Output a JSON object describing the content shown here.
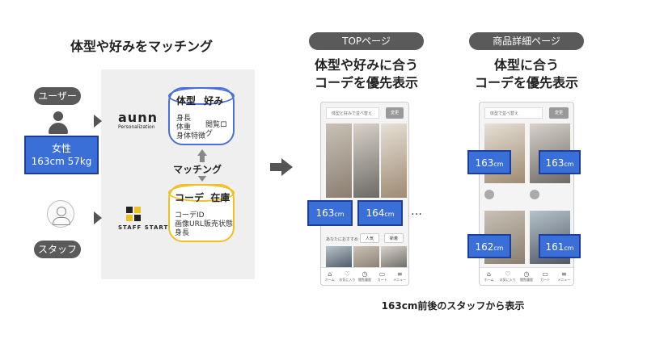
{
  "left": {
    "title": "体型や好みをマッチング",
    "user_label": "ユーザー",
    "user_info_line1": "女性",
    "user_info_line2": "163cm 57kg",
    "staff_label": "スタッフ",
    "aunn_logo": "aunn",
    "aunn_sub": "Personalization",
    "staff_start_logo": "STAFF START",
    "db_top": {
      "title1": "体型",
      "title2": "好み",
      "lines": [
        "身長",
        "体重",
        "身体特徴"
      ],
      "extra": "閲覧ログ"
    },
    "matching_label": "マッチング",
    "db_bottom": {
      "title1": "コーデ",
      "title2": "在庫",
      "lines": [
        "コーデID",
        "画像URL",
        "身長"
      ],
      "extra": "販売状態"
    }
  },
  "top_page": {
    "pill": "TOPページ",
    "heading_line1": "体型や好みに合う",
    "heading_line2": "コーデを優先表示",
    "search_text": "体型と好みで並べ替え",
    "search_button": "変更",
    "tag1": "163",
    "tag2": "164",
    "unit": "cm",
    "ellipsis": "…",
    "section_text": "あなたにおすすめ",
    "chip1": "人気",
    "chip2": "新着"
  },
  "detail_page": {
    "pill": "商品詳細ページ",
    "heading_line1": "体型に合う",
    "heading_line2": "コーデを優先表示",
    "search_text": "体型で並べ替え",
    "search_button": "変更",
    "tag1": "163",
    "tag2": "163",
    "tag3": "162",
    "tag4": "161",
    "unit": "cm"
  },
  "nav": [
    "ホーム",
    "お気に入り",
    "閲覧履歴",
    "カート",
    "メニュー"
  ],
  "footer_caption": "163cm前後のスタッフから表示"
}
